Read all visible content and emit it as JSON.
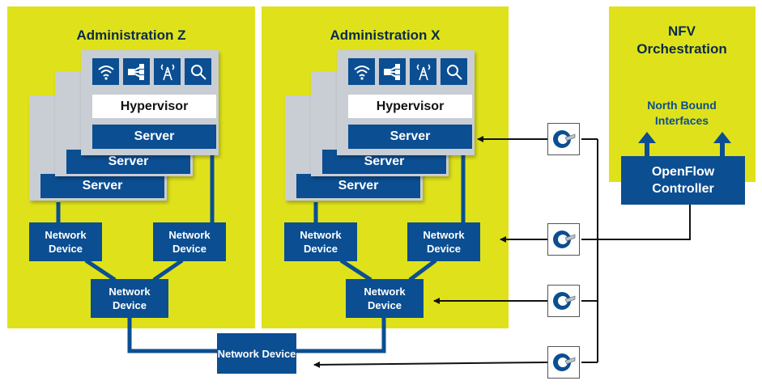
{
  "panels": {
    "admin_z": "Administration Z",
    "admin_x": "Administration X",
    "nfv": "NFV Orchestration"
  },
  "stack": {
    "hypervisor": "Hypervisor",
    "server": "Server",
    "back_server": "Server"
  },
  "network_device": "Network Device",
  "north_bound": "North Bound Interfaces",
  "openflow": "OpenFlow Controller",
  "icons": [
    "wifi-icon",
    "network-topology-icon",
    "antenna-icon",
    "search-icon"
  ],
  "controller_icon": "openflow-switch-icon",
  "colors": {
    "panel": "#dfe21a",
    "blue": "#0b4e92",
    "card": "#c9cdd4"
  }
}
